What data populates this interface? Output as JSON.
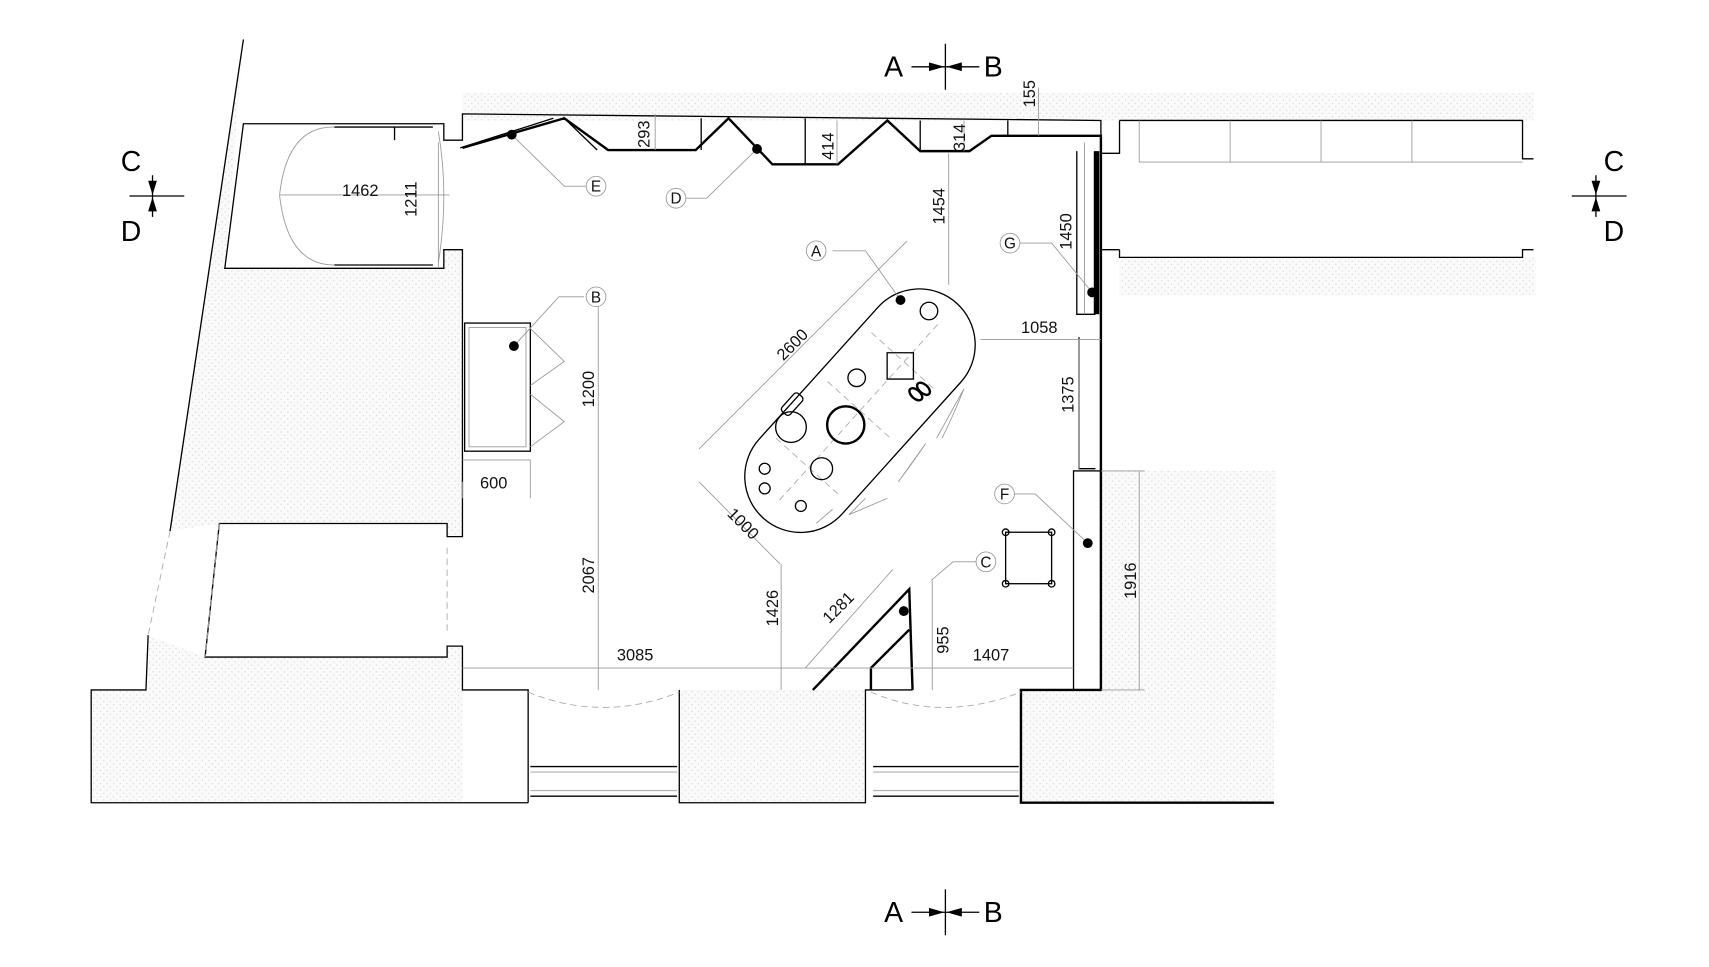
{
  "section_marks": {
    "top": {
      "left": "A",
      "right": "B"
    },
    "bottom": {
      "left": "A",
      "right": "B"
    },
    "left": {
      "top": "C",
      "bottom": "D"
    },
    "right": {
      "top": "C",
      "bottom": "D"
    }
  },
  "callouts": [
    "A",
    "B",
    "C",
    "D",
    "E",
    "F",
    "G"
  ],
  "dimensions": {
    "d293": "293",
    "d414": "414",
    "d314": "314",
    "d155": "155",
    "d1462": "1462",
    "d1211": "1211",
    "d1454": "1454",
    "d1450": "1450",
    "d2600": "2600",
    "d1058": "1058",
    "d1200": "1200",
    "d1375": "1375",
    "d600": "600",
    "d1000": "1000",
    "d2067": "2067",
    "d1426": "1426",
    "d1281": "1281",
    "d955": "955",
    "d1916": "1916",
    "d3085": "3085",
    "d1407": "1407"
  }
}
